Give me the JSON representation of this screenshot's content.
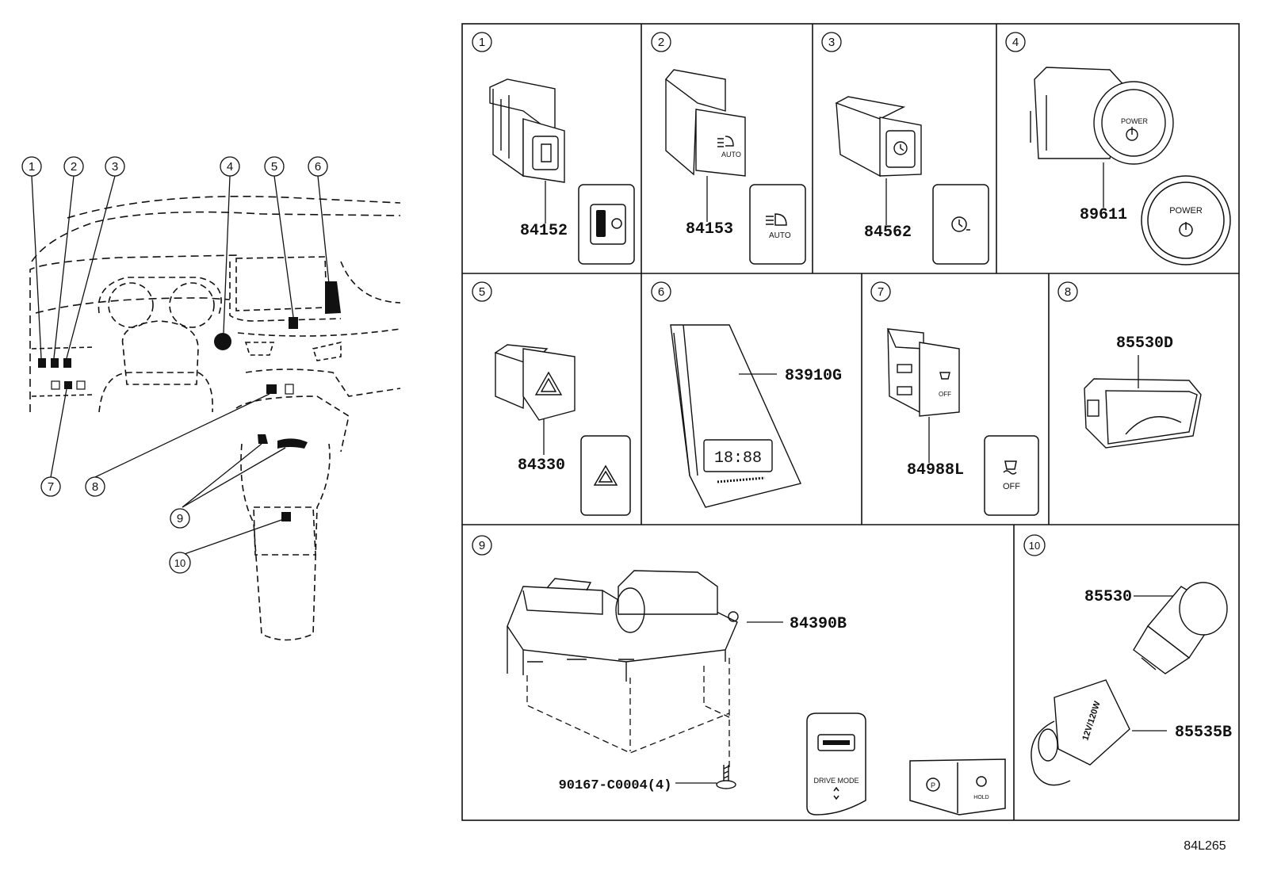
{
  "overview": {
    "callouts": [
      "1",
      "2",
      "3",
      "4",
      "5",
      "6",
      "7",
      "8",
      "9",
      "10"
    ]
  },
  "panels": [
    {
      "num": "1",
      "parts": [
        {
          "label": "84152"
        }
      ]
    },
    {
      "num": "2",
      "parts": [
        {
          "label": "84153"
        }
      ],
      "button_text": "AUTO"
    },
    {
      "num": "3",
      "parts": [
        {
          "label": "84562"
        }
      ]
    },
    {
      "num": "4",
      "parts": [
        {
          "label": "89611"
        }
      ],
      "button_text": "POWER"
    },
    {
      "num": "5",
      "parts": [
        {
          "label": "84330"
        }
      ]
    },
    {
      "num": "6",
      "parts": [
        {
          "label": "83910G"
        }
      ],
      "display_text": "18:88"
    },
    {
      "num": "7",
      "parts": [
        {
          "label": "84988L"
        }
      ],
      "button_text": "OFF"
    },
    {
      "num": "8",
      "parts": [
        {
          "label": "85530D"
        }
      ]
    },
    {
      "num": "9",
      "parts": [
        {
          "label": "84390B"
        },
        {
          "label": "90167-C0004(4)"
        }
      ],
      "button_text": "DRIVE MODE",
      "button_text_2": "HOLD"
    },
    {
      "num": "10",
      "parts": [
        {
          "label": "85530"
        },
        {
          "label": "85535B"
        }
      ],
      "socket_text": "12V/120W"
    }
  ],
  "footer": {
    "code": "84L265"
  }
}
